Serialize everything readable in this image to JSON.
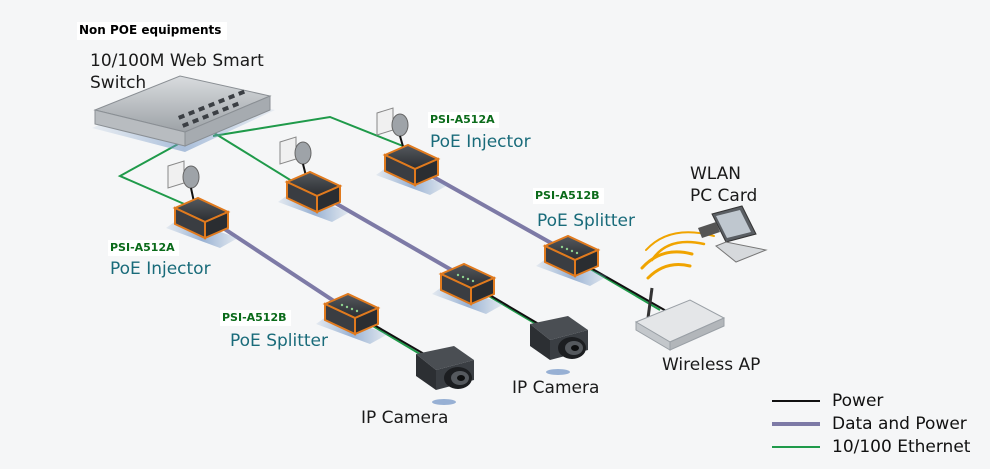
{
  "header": {
    "non_poe": "Non POE equipments"
  },
  "switch": {
    "label_line1": "10/100M Web Smart",
    "label_line2": "Switch"
  },
  "injector_top": {
    "model": "PSI-A512A",
    "name": "PoE Injector"
  },
  "injector_left": {
    "model": "PSI-A512A",
    "name": "PoE Injector"
  },
  "splitter_left": {
    "model": "PSI-A512B",
    "name": "PoE Splitter"
  },
  "splitter_right": {
    "model": "PSI-A512B",
    "name": "PoE Splitter"
  },
  "wlan": {
    "line1": "WLAN",
    "line2": "PC Card"
  },
  "ap": {
    "label": "Wireless AP"
  },
  "camera_left": {
    "label": "IP Camera"
  },
  "camera_mid": {
    "label": "IP Camera"
  },
  "legend": {
    "power": "Power",
    "data_power": "Data and Power",
    "ethernet": "10/100 Ethernet"
  },
  "colors": {
    "power": "#111111",
    "data_power": "#7d7aa6",
    "ethernet": "#1f9a4a",
    "device_body": "#2f3236",
    "device_outline": "#e07a1e"
  }
}
